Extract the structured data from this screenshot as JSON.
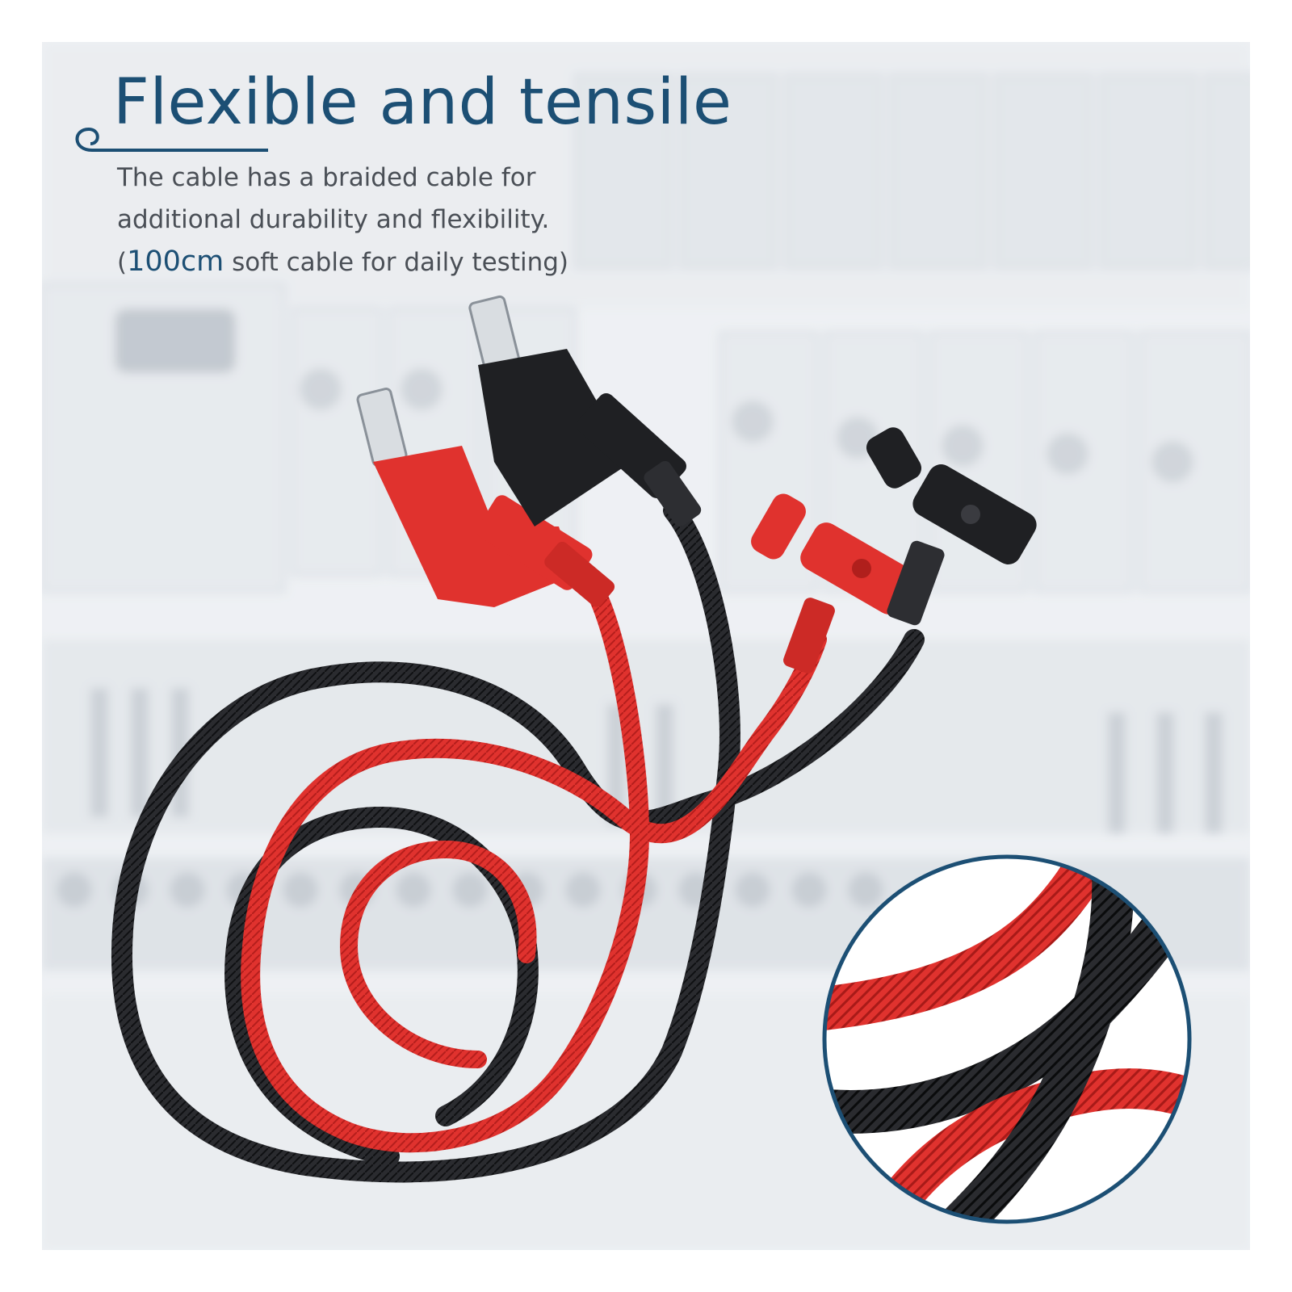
{
  "headline": "Flexible and tensile",
  "description": {
    "line1": "The cable has a braided cable for",
    "line2": "additional durability and flexibility.",
    "line3_open": "(",
    "line3_highlight": "100cm",
    "line3_rest": " soft cable for daily testing)"
  },
  "colors": {
    "headline": "#1c4f74",
    "body_text": "#4a4f56",
    "cable_red": "#e0322e",
    "cable_black": "#222326",
    "zoom_ring": "#1c4f74"
  },
  "images": {
    "background": "blurred-electrical-panel",
    "product": "braided-test-leads-with-alligator-clips-and-banana-plugs",
    "detail": "braided-cable-closeup"
  }
}
